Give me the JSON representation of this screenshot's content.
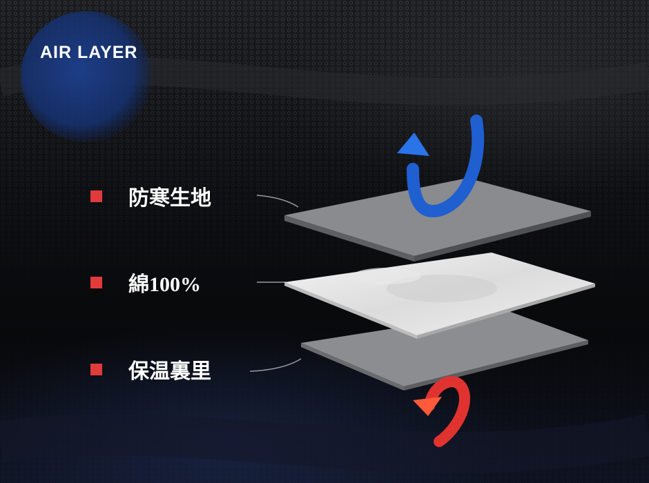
{
  "badge": {
    "title": "AIR LAYER"
  },
  "layers": [
    {
      "label": "防寒生地"
    },
    {
      "label": "綿100%"
    },
    {
      "label": "保温裏里"
    }
  ],
  "colors": {
    "bullet": "#e23b3b",
    "outer_layer": "#8a8b8e",
    "middle_layer": "#e9e9e9",
    "inner_layer": "#8c8d90",
    "arrow_top": "#1f5fd0",
    "arrow_bottom": "#e0332f"
  },
  "icons": [
    "blue-curved-arrow-icon",
    "red-curved-arrow-icon"
  ]
}
